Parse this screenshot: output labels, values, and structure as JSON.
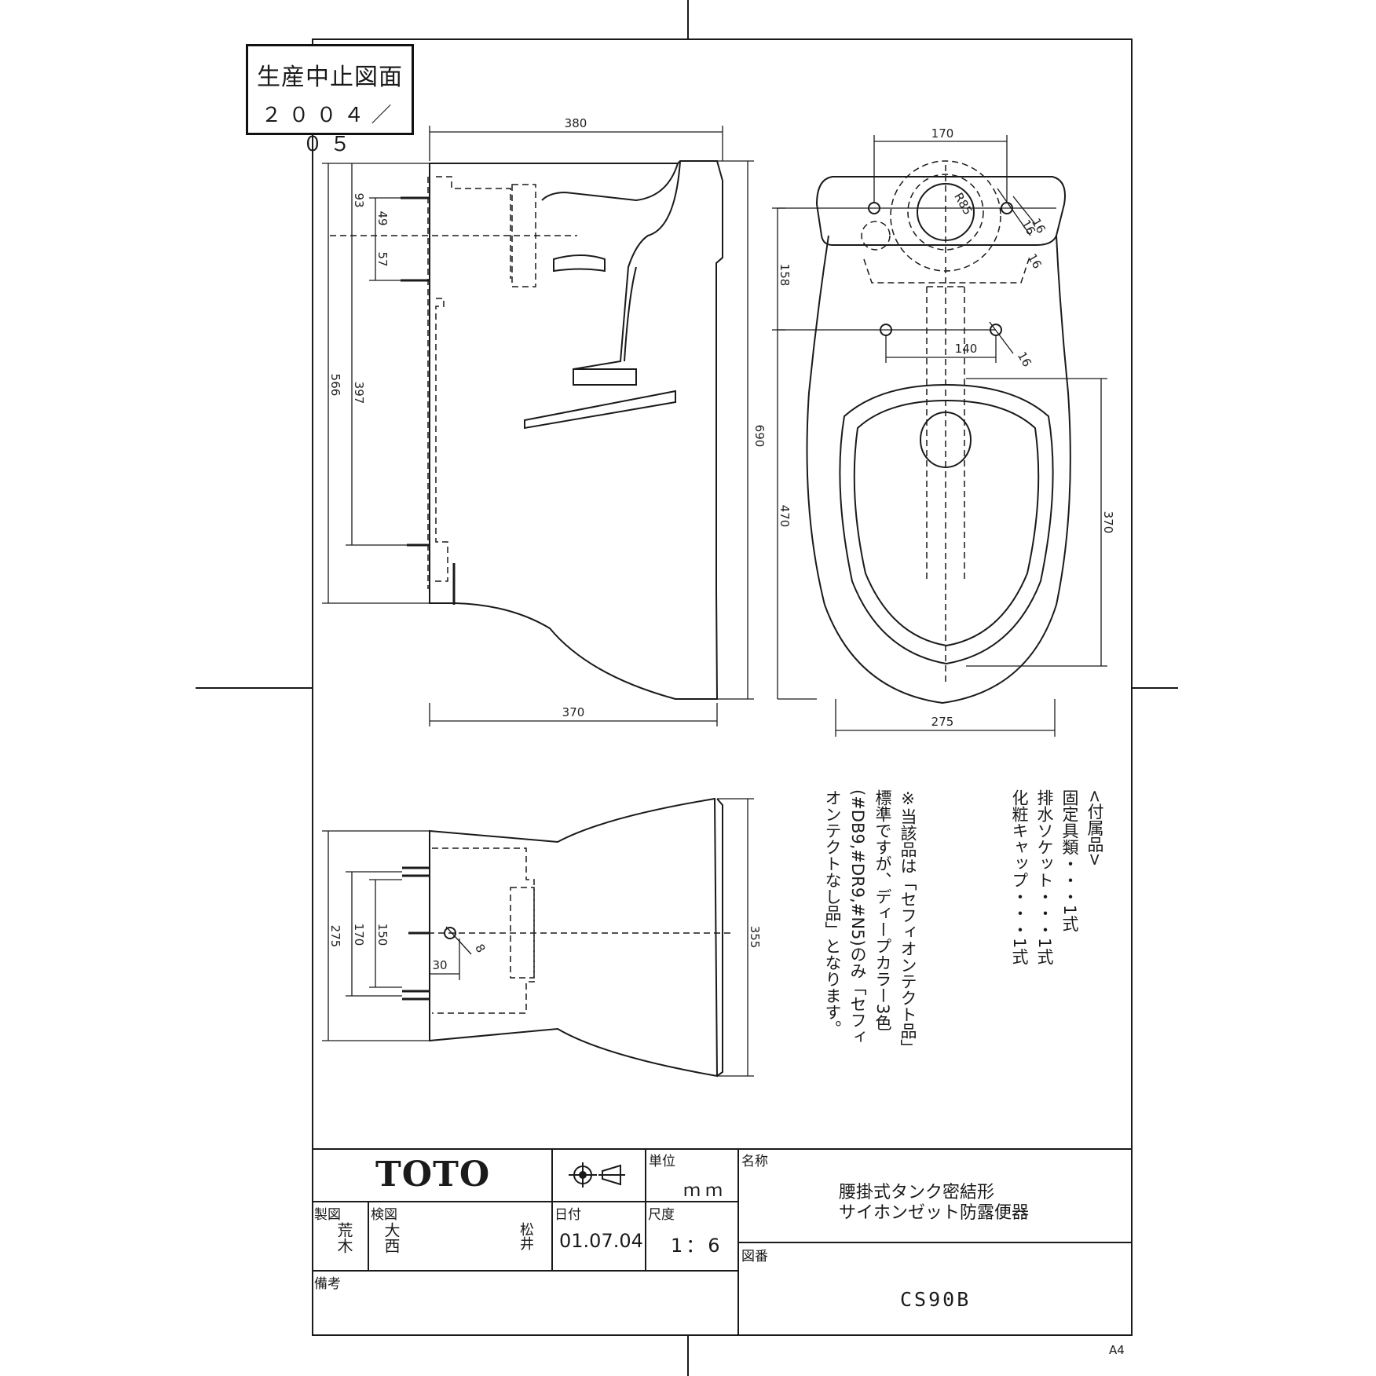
{
  "stamp": {
    "line1": "生産中止図面",
    "line2": "２００４／０５"
  },
  "side_view_dims": {
    "top_width": "380",
    "bottom_width": "370",
    "total_height": "690",
    "d93": "93",
    "d49": "49",
    "d57": "57",
    "d566": "566",
    "d397": "397"
  },
  "top_view_dims": {
    "width_170": "170",
    "r85": "R85",
    "d16a": "16",
    "d16b": "16",
    "d16c": "16",
    "d16d": "16",
    "d158": "158",
    "d140": "140",
    "d470": "470",
    "d370": "370",
    "d275": "275"
  },
  "back_view_dims": {
    "d275": "275",
    "d170": "170",
    "d150": "150",
    "d30": "30",
    "d8": "8",
    "d355": "355"
  },
  "notes": {
    "accessories_title": "<付属品>",
    "accessory_1": "固定具類・・・1式",
    "accessory_2": "排水ソケット・・・1式",
    "accessory_3": "化粧キャップ・・・1式",
    "remark_1": "※当該品は「セフィオンテクト品」",
    "remark_2": "標準ですが、ディープカラー3色",
    "remark_3": "(#DB9,#DR9,#N5)のみ「セフィ",
    "remark_4": "オンテクトなし品」となります。"
  },
  "title_block": {
    "logo": "TOTO",
    "unit_label": "単位",
    "unit_value": "ｍｍ",
    "name_label": "名称",
    "name_line1": "腰掛式タンク密結形",
    "name_line2": "サイホンゼット防露便器",
    "drawn_label": "製図",
    "drawn_value": "荒木",
    "checked_label": "検図",
    "checked_value": "大西",
    "approved_value": "松井",
    "date_label": "日付",
    "date_value": "01.07.04",
    "scale_label": "尺度",
    "scale_value": "1：6",
    "drawing_no_label": "図番",
    "drawing_no_value": "CS90B",
    "remarks_label": "備考"
  },
  "paper_size": "A4"
}
